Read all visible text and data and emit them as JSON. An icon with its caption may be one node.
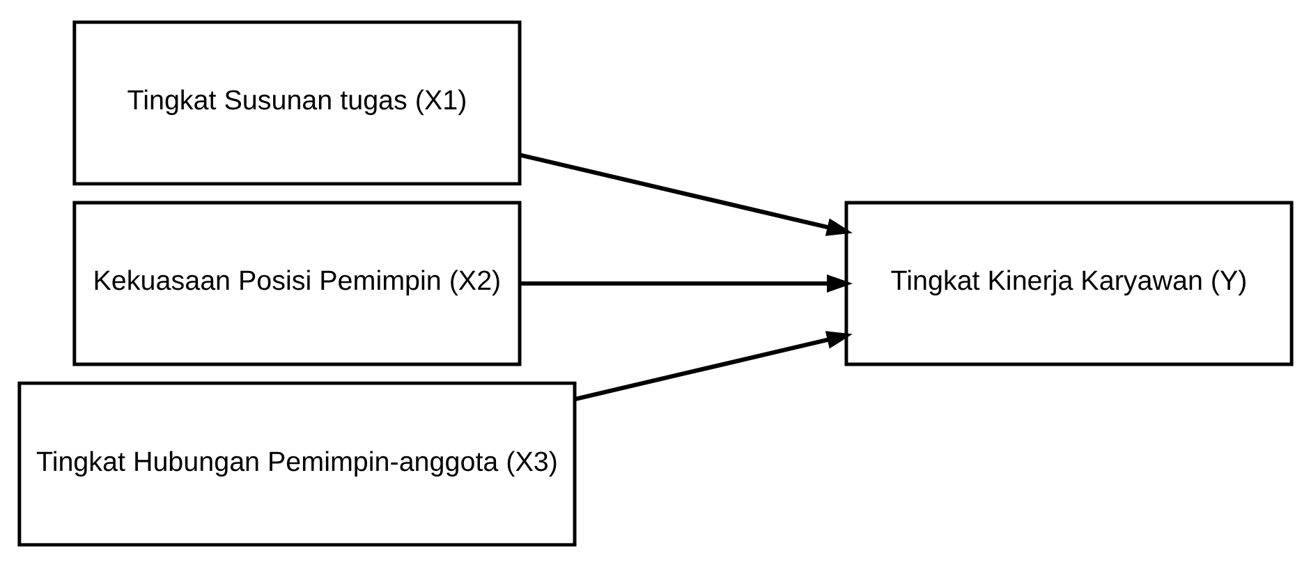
{
  "diagram": {
    "nodes": [
      {
        "text": [
          "Tingkat Susunan tugas (X1)"
        ]
      },
      {
        "text": [
          "Kekuasaan Posisi Pemimpin (X2)"
        ]
      },
      {
        "text": [
          "Tingkat Hubungan Pemimpin-anggota (X3)"
        ]
      },
      {
        "text": [
          "Tingkat Kinerja Karyawan (Y)"
        ]
      }
    ],
    "edges": [
      {
        "from": 0,
        "to": 3,
        "arrow": "to"
      },
      {
        "from": 1,
        "to": 3,
        "arrow": "to"
      },
      {
        "from": 2,
        "to": 3,
        "arrow": "to"
      }
    ]
  }
}
